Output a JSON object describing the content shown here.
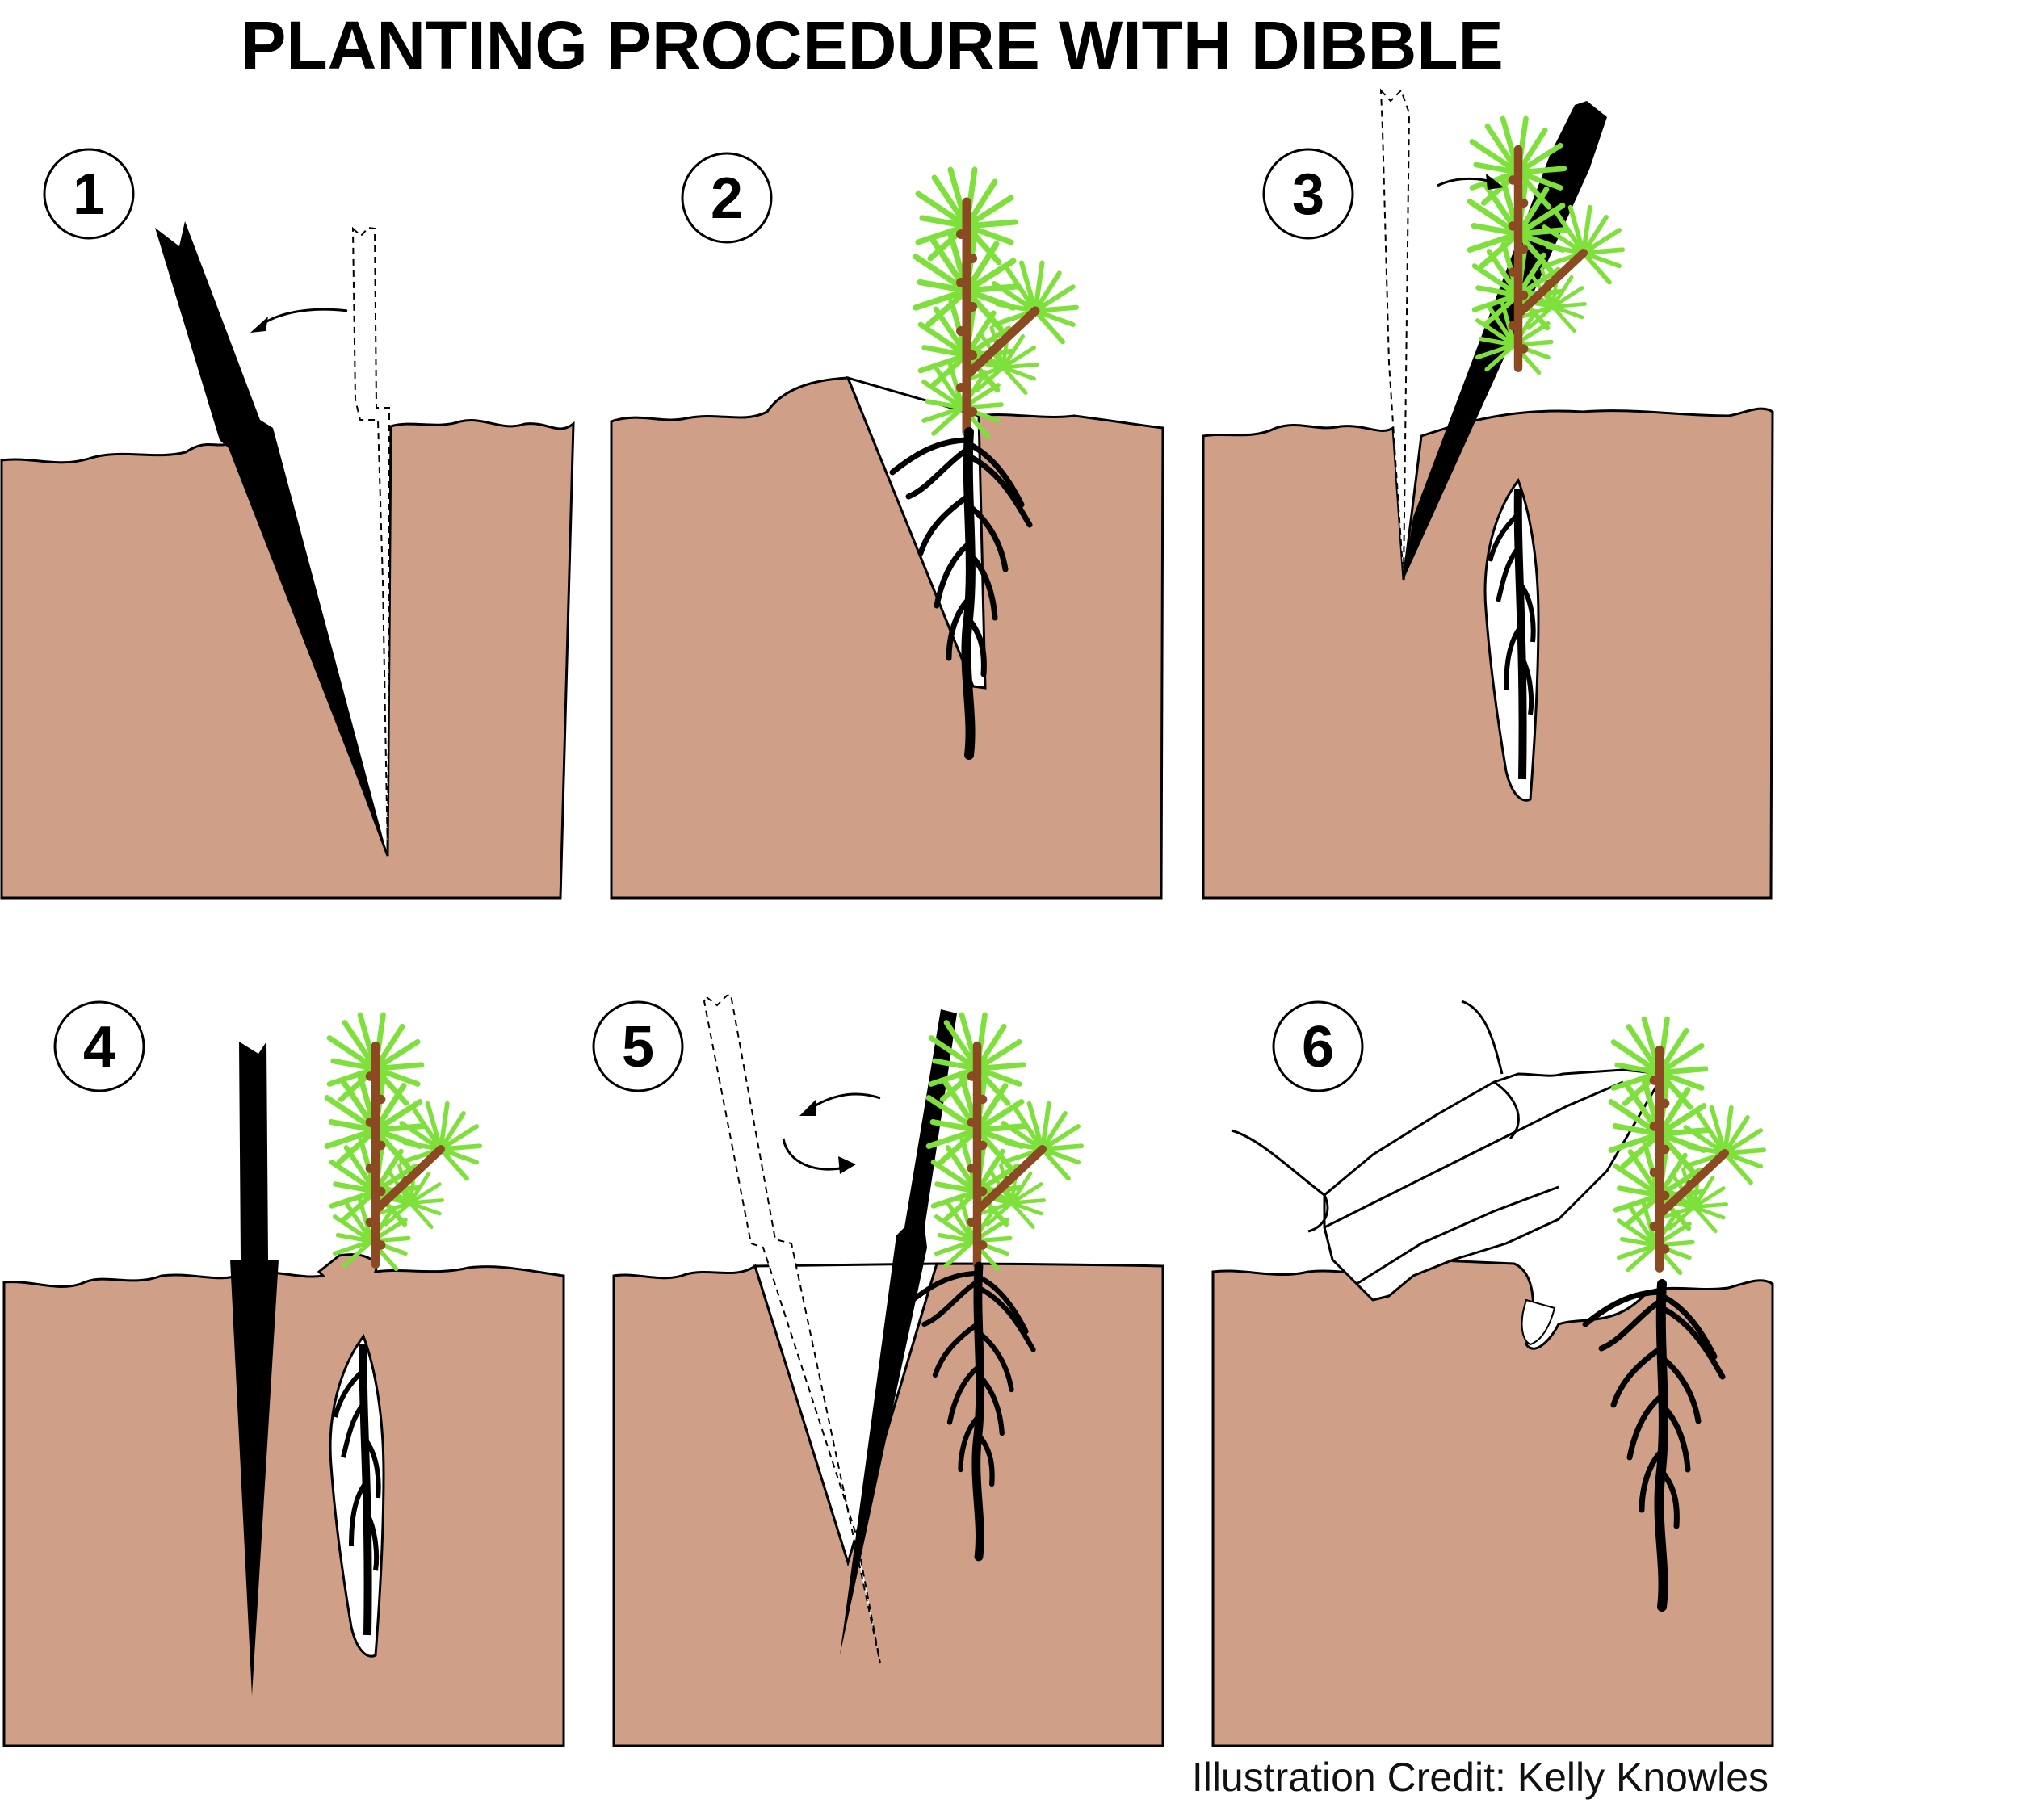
{
  "title": "PLANTING PROCEDURE WITH DIBBLE",
  "credit": "Illustration Credit: Kelly Knowles",
  "colors": {
    "soil": "#cf9f88",
    "needles": "#7ee03a",
    "stem": "#8b4a22",
    "tool": "#000000"
  },
  "steps": [
    {
      "number": "1"
    },
    {
      "number": "2"
    },
    {
      "number": "3"
    },
    {
      "number": "4"
    },
    {
      "number": "5"
    },
    {
      "number": "6"
    }
  ]
}
